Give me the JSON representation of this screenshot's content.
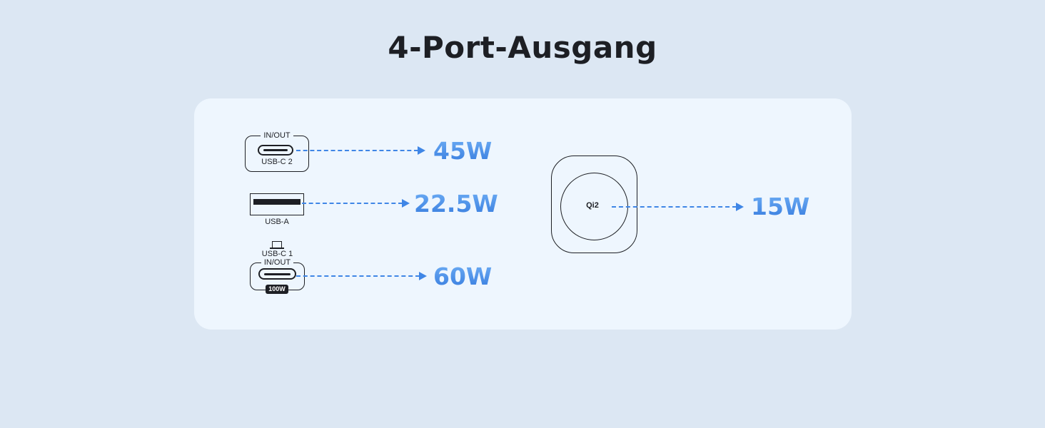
{
  "title": "4-Port-Ausgang",
  "ports": [
    {
      "name": "USB-C 2",
      "tag": "IN/OUT",
      "output": "45W"
    },
    {
      "name": "USB-A",
      "output": "22.5W"
    },
    {
      "name": "USB-C 1",
      "tag": "IN/OUT",
      "badge": "100W",
      "output": "60W",
      "icon": "laptop-icon"
    },
    {
      "name": "Qi2",
      "output": "15W",
      "icon": "wireless-charging-pad"
    }
  ],
  "colors": {
    "accent": "#3f86e6",
    "background": "#dce7f3",
    "card": "#eef6fe"
  }
}
